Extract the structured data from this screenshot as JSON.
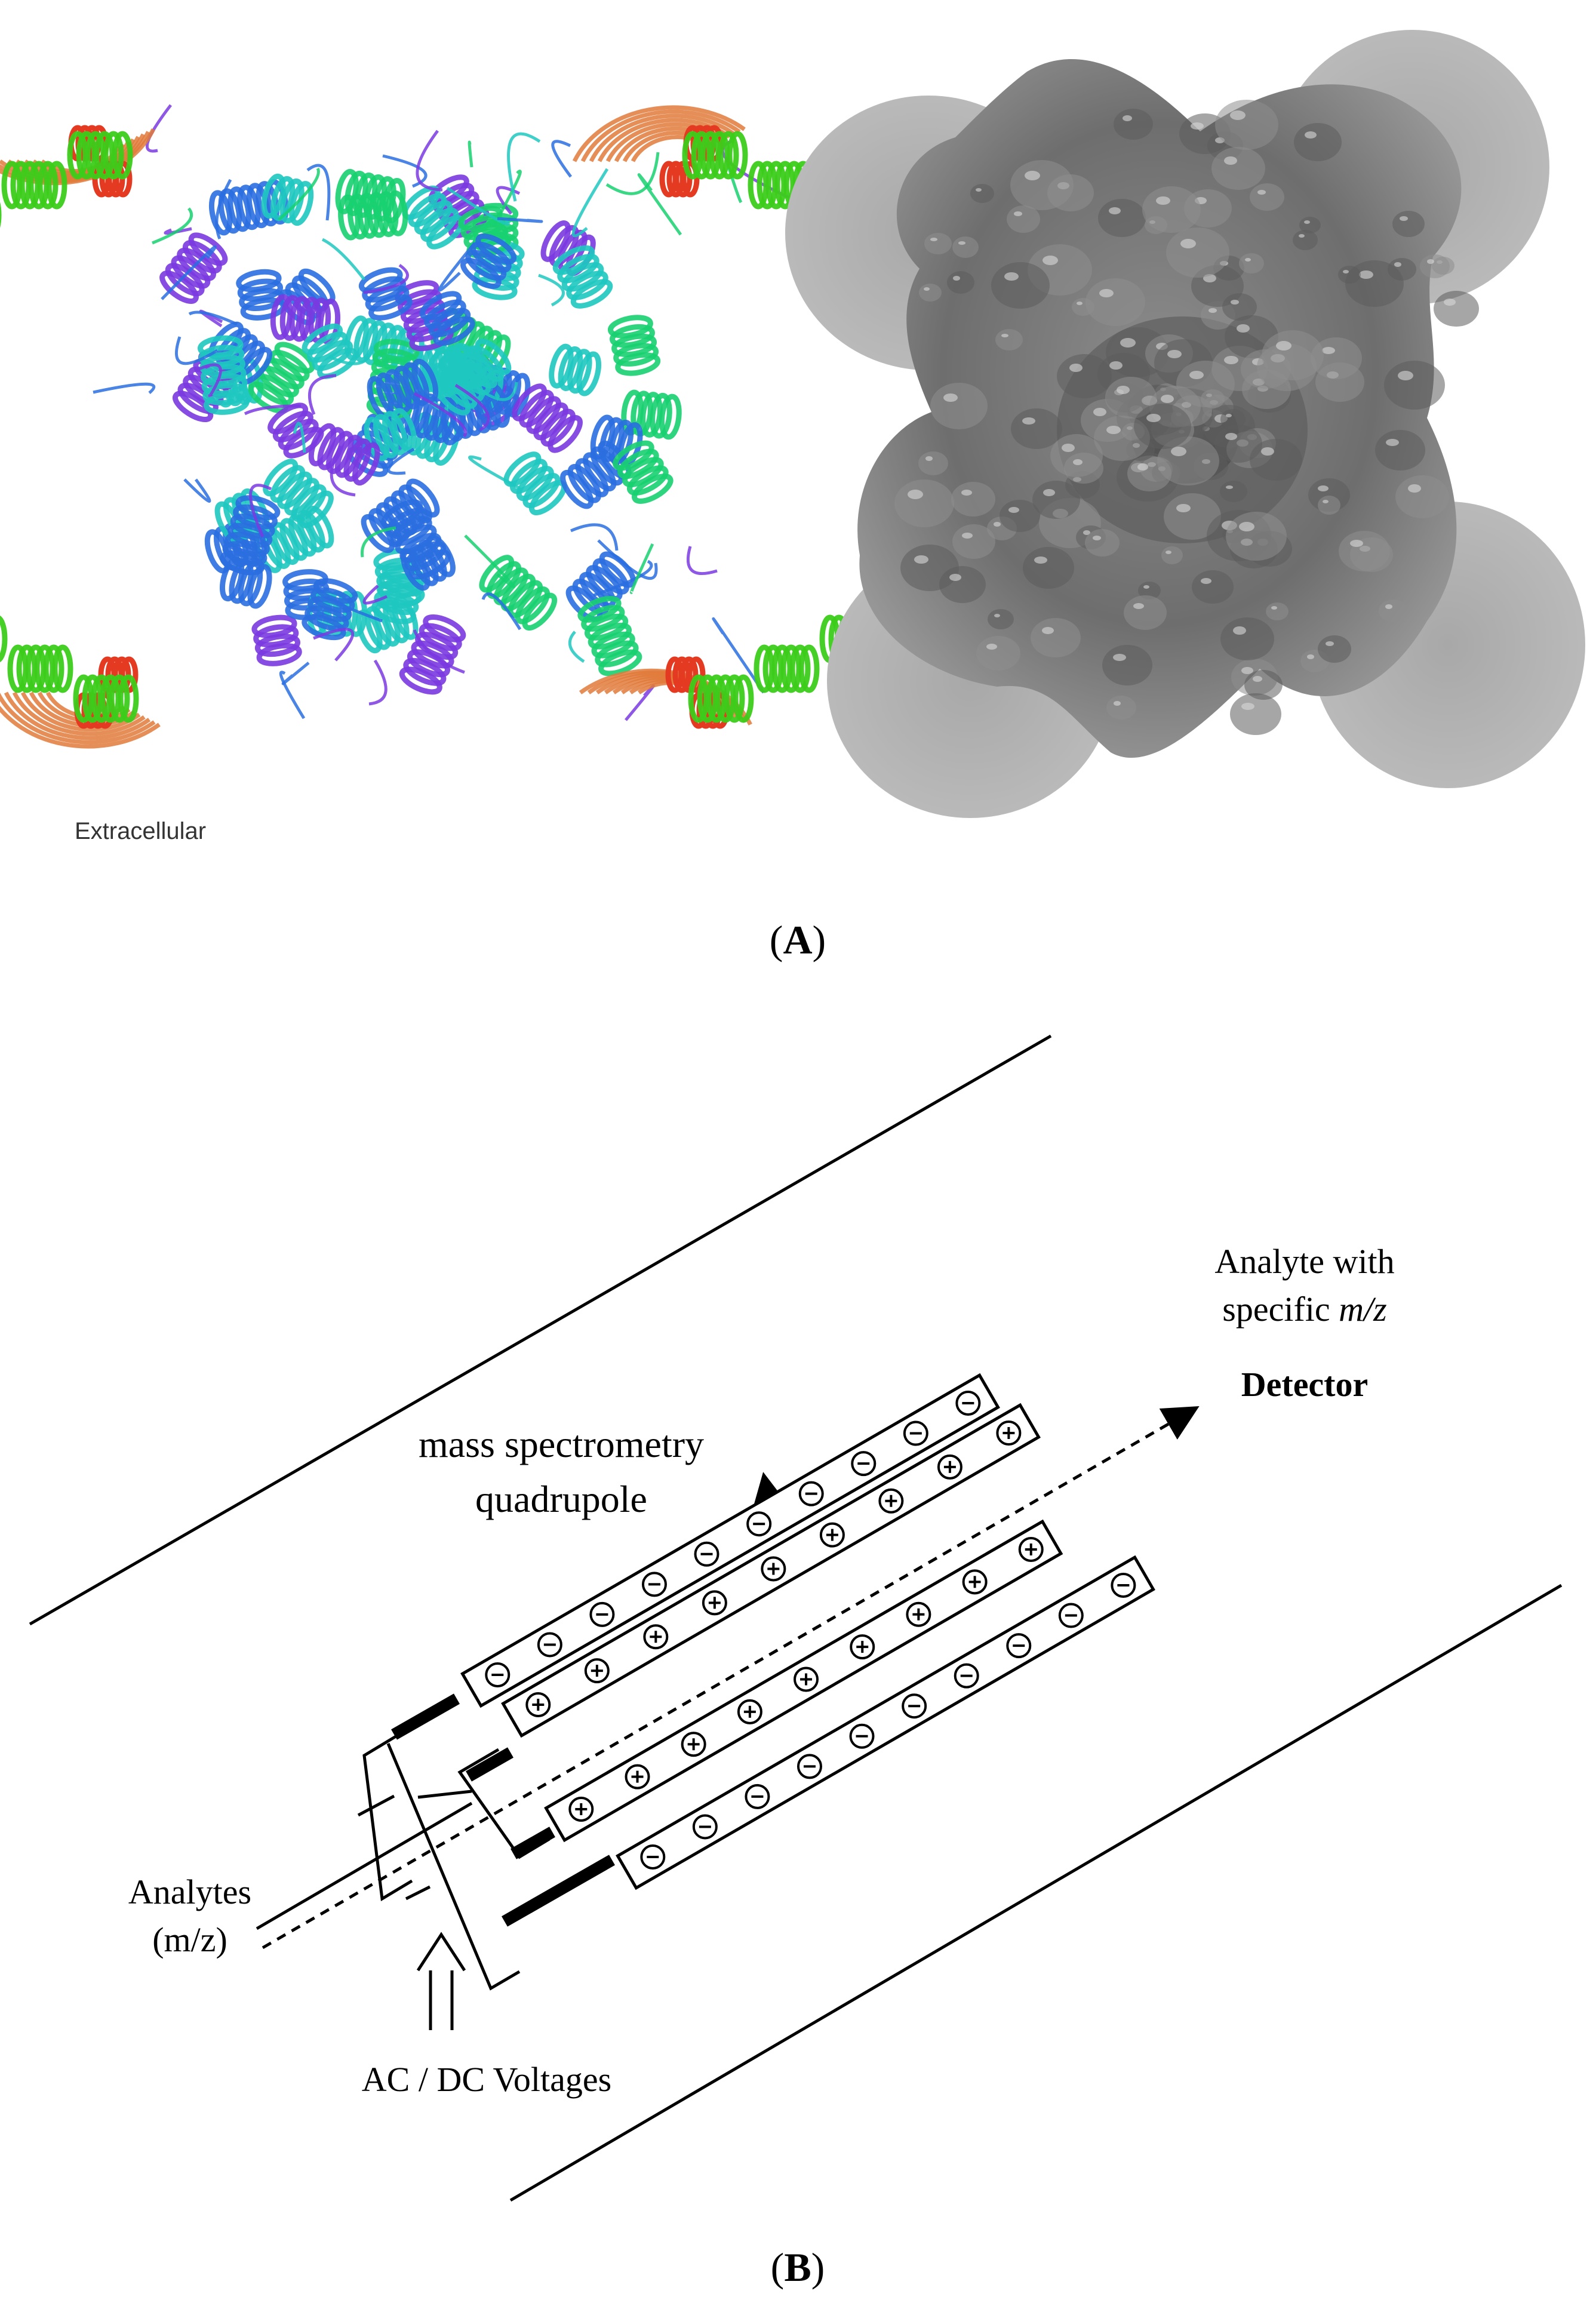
{
  "panel_a": {
    "label_open": "(",
    "label_letter": "A",
    "label_close": ")",
    "caption_extracellular": "Extracellular",
    "ribbon_colors": [
      "#e07a3a",
      "#e53a22",
      "#3ccc1a",
      "#1ec8c0",
      "#2a6ee0",
      "#7a3ae0",
      "#18d070"
    ],
    "surface_color": "#7a7a7a"
  },
  "panel_b": {
    "label_open": "(",
    "label_letter": "B",
    "label_close": ")",
    "title_line1": "mass spectrometry",
    "title_line2": "quadrupole",
    "analyte_out_line1": "Analyte with",
    "analyte_out_line2_prefix": "specific ",
    "analyte_out_line2_italic": "m/z",
    "detector": "Detector",
    "analytes_in_line1": "Analytes",
    "analytes_in_line2": "(m/z)",
    "voltages": "AC / DC Voltages",
    "rods": [
      {
        "name": "top-negative-rod",
        "polarity": "−",
        "charges": 10
      },
      {
        "name": "top-positive-rod",
        "polarity": "+",
        "charges": 9
      },
      {
        "name": "bottom-positive-rod",
        "polarity": "+",
        "charges": 9
      },
      {
        "name": "bottom-negative-rod",
        "polarity": "−",
        "charges": 10
      }
    ]
  }
}
